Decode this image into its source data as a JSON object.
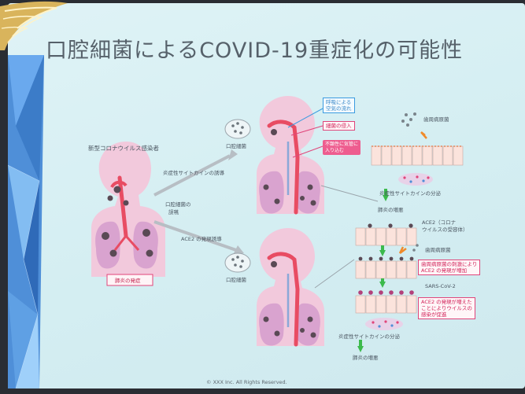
{
  "slide": {
    "title": "口腔細菌によるCOVID-19重症化の可能性",
    "copyright": "© XXX Inc. All Rights Reserved."
  },
  "diagram": {
    "left_person": {
      "header": "新型コロナウイルス感染者",
      "bottom_label": "肺炎の発症"
    },
    "arrows": {
      "upper": "炎症性サイトカインの誘導",
      "middle_line1": "口腔細菌の",
      "middle_line2": "誤嚥",
      "lower": "ACE2 の発現誘導"
    },
    "top_head": {
      "bacteria_label": "口腔細菌",
      "airflow_line1": "呼吸による",
      "airflow_line2": "空気の流れ",
      "invasion": "細菌の侵入",
      "pink_line1": "不顕性に気管に",
      "pink_line2": "入り込む"
    },
    "top_cells": {
      "pathogen": "歯周病原菌",
      "cytokine": "炎症性サイトカインの分泌",
      "result": "肺炎の増悪"
    },
    "bottom_head": {
      "bacteria_label": "口腔細菌",
      "cytokine": "炎症性サイトカインの分泌",
      "result": "肺炎の増悪"
    },
    "bottom_cells": {
      "ace2_line1": "ACE2（コロナ",
      "ace2_line2": "ウイルスの受容体）",
      "pathogen": "歯周病原菌",
      "stimulus_line1": "歯周病原菌の刺激により",
      "stimulus_line2": "ACE2 の発現が増加",
      "virus": "SARS-CoV-2",
      "infect_line1": "ACE2 の発現が増えた",
      "infect_line2": "ことによりウイルスの",
      "infect_line3": "感染が促進"
    }
  },
  "colors": {
    "slide_bg": "#d8f0f4",
    "title_text": "#56616a",
    "body_pink": "#f2c9dc",
    "lung_pink": "#d9a3cf",
    "trachea_red": "#e84c63",
    "accent_blue": "#3a9be0",
    "accent_pink": "#e0457a",
    "arrow_green": "#3cba4c",
    "cell_fill": "#fbe3dc"
  }
}
